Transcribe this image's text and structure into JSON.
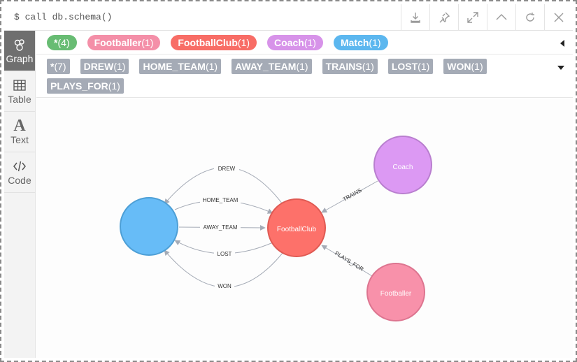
{
  "command": "$ call db.schema()",
  "toolbar": [
    {
      "name": "export-icon"
    },
    {
      "name": "pin-icon"
    },
    {
      "name": "fullscreen-icon"
    },
    {
      "name": "collapse-icon"
    },
    {
      "name": "rerun-icon"
    },
    {
      "name": "close-icon"
    }
  ],
  "sidebar": [
    {
      "label": "Graph",
      "icon": "graph-icon",
      "active": true
    },
    {
      "label": "Table",
      "icon": "table-icon"
    },
    {
      "label": "Text",
      "icon": "text-icon",
      "glyph": "A"
    },
    {
      "label": "Code",
      "icon": "code-icon"
    }
  ],
  "labels": [
    {
      "name": "*",
      "count": "(4)",
      "color": "#68bc73"
    },
    {
      "name": "Footballer",
      "count": "(1)",
      "color": "#f48fa8"
    },
    {
      "name": "FootballClub",
      "count": "(1)",
      "color": "#f86d66"
    },
    {
      "name": "Coach",
      "count": "(1)",
      "color": "#d793e9"
    },
    {
      "name": "Match",
      "count": "(1)",
      "color": "#5cb7ef"
    }
  ],
  "rel_types": [
    {
      "name": "*",
      "count": "(7)"
    },
    {
      "name": "DREW",
      "count": "(1)"
    },
    {
      "name": "HOME_TEAM",
      "count": "(1)"
    },
    {
      "name": "AWAY_TEAM",
      "count": "(1)"
    },
    {
      "name": "TRAINS",
      "count": "(1)"
    },
    {
      "name": "LOST",
      "count": "(1)"
    },
    {
      "name": "WON",
      "count": "(1)"
    },
    {
      "name": "PLAYS_FOR",
      "count": "(1)"
    }
  ],
  "nodes": {
    "match": {
      "caption": "",
      "color": "#67bcf7",
      "stroke": "#4d9fd6"
    },
    "club": {
      "caption": "FootballClub",
      "color": "#fd716a",
      "stroke": "#e05a53"
    },
    "coach": {
      "caption": "Coach",
      "color": "#dc99f3",
      "stroke": "#b97fcf"
    },
    "footballer": {
      "caption": "Footballer",
      "color": "#f891aa",
      "stroke": "#dd7590"
    }
  },
  "relationships": {
    "drew": "DREW",
    "home_team": "HOME_TEAM",
    "away_team": "AWAY_TEAM",
    "lost": "LOST",
    "won": "WON",
    "trains": "TRAINS",
    "plays_for": "PLAYS_FOR"
  }
}
